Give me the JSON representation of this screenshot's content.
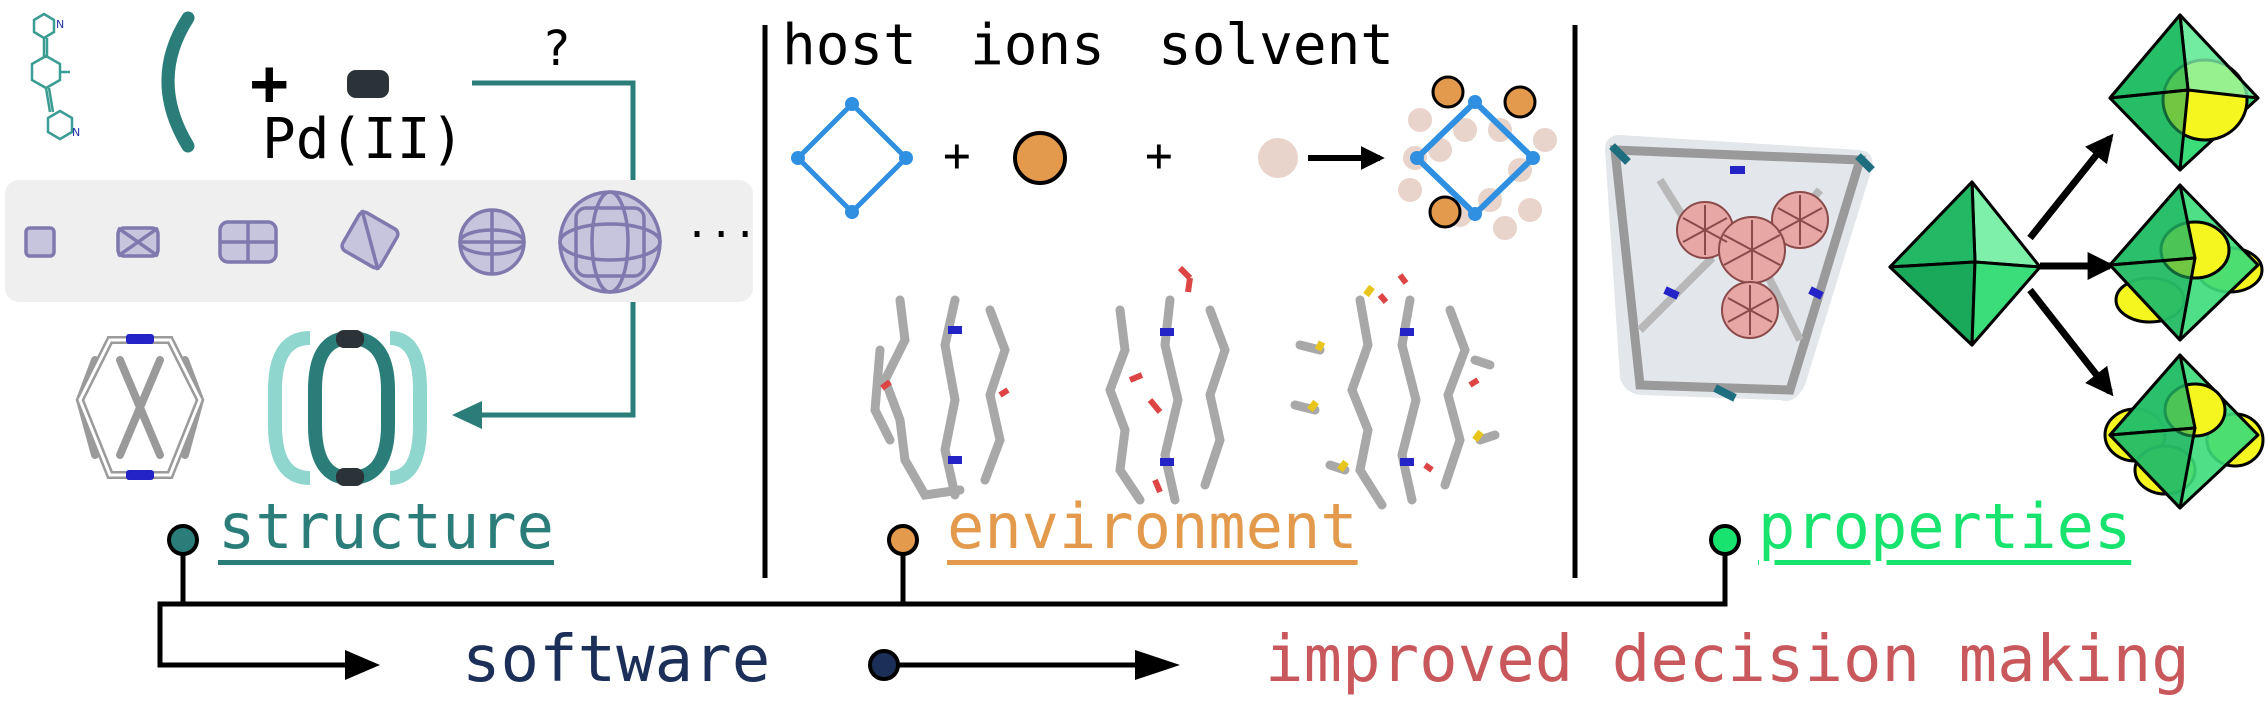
{
  "labels": {
    "question": "?",
    "plus": "+",
    "pd": "Pd(II)",
    "ellipsis": "···",
    "host": "host",
    "ions": "ions",
    "solvent": "solvent",
    "plus_a": "+",
    "plus_b": "+",
    "structure": "structure",
    "environment": "environment",
    "properties": "properties",
    "software": "software",
    "improved": "improved decision making"
  },
  "colors": {
    "teal": "#2a7d79",
    "teal_light": "#8fd6cf",
    "orange": "#e39a4c",
    "green": "#17e36e",
    "navy": "#1b2f59",
    "red": "#c9585c",
    "blue": "#2f8fe0",
    "lavender": "#7f79ad",
    "panel_gray": "#efefef",
    "octa_green": "#3bdc7a",
    "octa_yellow": "#f5f51f"
  },
  "icons": [
    "ligand-molecule-icon",
    "bracket-ligand-icon",
    "pd-metal-icon",
    "cage-topology-icons",
    "cage-ball-stick-icon",
    "cage-schematic-icon",
    "host-square-icon",
    "ion-circle-icon",
    "solvent-circle-icon",
    "solvated-host-icon",
    "host-guest-cage-icon",
    "octahedron-icon"
  ]
}
